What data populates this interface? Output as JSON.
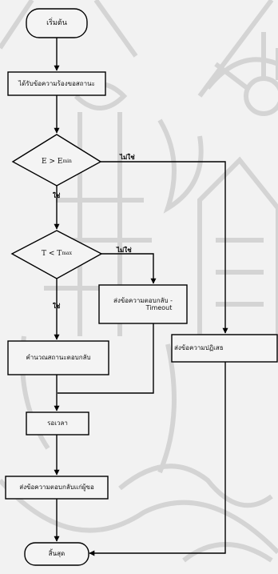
{
  "flowchart": {
    "start": "เริ่มต้น",
    "step_receive": "ได้รับข้อความร้องขอสถานะ",
    "cond_energy": {
      "lhs": "E > E",
      "sub": "min"
    },
    "edge_yes_1": "ใช่",
    "edge_no_1": "ไม่ใช่",
    "cond_time": {
      "lhs": "T < T",
      "sub": "max"
    },
    "edge_yes_2": "ใช่",
    "edge_no_2": "ไม่ใช่",
    "step_timeout_line1": "ส่งข้อความตอบกลับ -",
    "step_timeout_line2": "Timeout",
    "step_compute": "คำนวณสถานะตอบกลับ",
    "step_reject": "ส่งข้อความปฏิเสธ",
    "step_wait": "รอเวลา",
    "step_send": "ส่งข้อความตอบกลับแก่ผู้ขอ",
    "end": "สิ้นสุด"
  },
  "colors": {
    "shape_fill": "#f4f4f4",
    "stroke": "#000000",
    "watermark": "#bdbdbd"
  }
}
